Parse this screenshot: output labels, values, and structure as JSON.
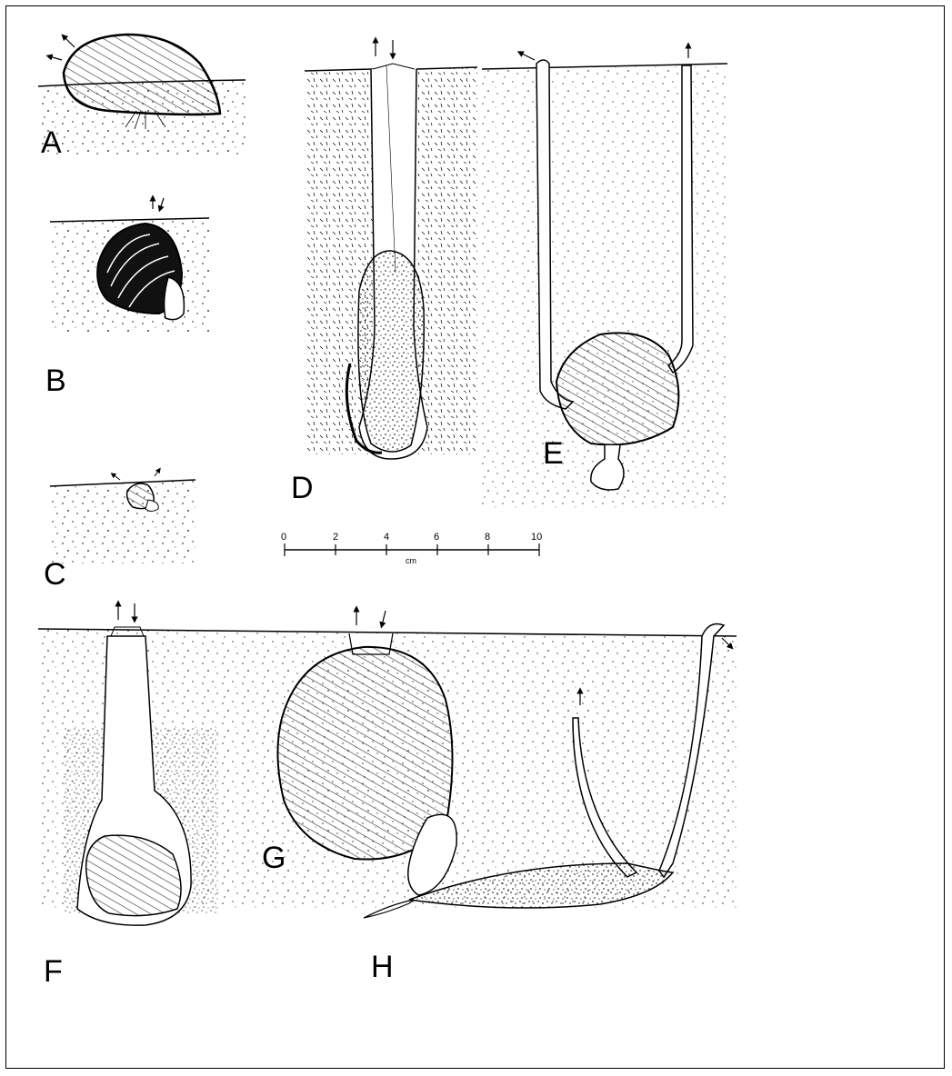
{
  "labels": {
    "A": "A",
    "B": "B",
    "C": "C",
    "D": "D",
    "E": "E",
    "F": "F",
    "G": "G",
    "H": "H"
  },
  "scale": {
    "ticks": [
      "0",
      "2",
      "4",
      "6",
      "8",
      "10"
    ],
    "unit": "cm"
  }
}
